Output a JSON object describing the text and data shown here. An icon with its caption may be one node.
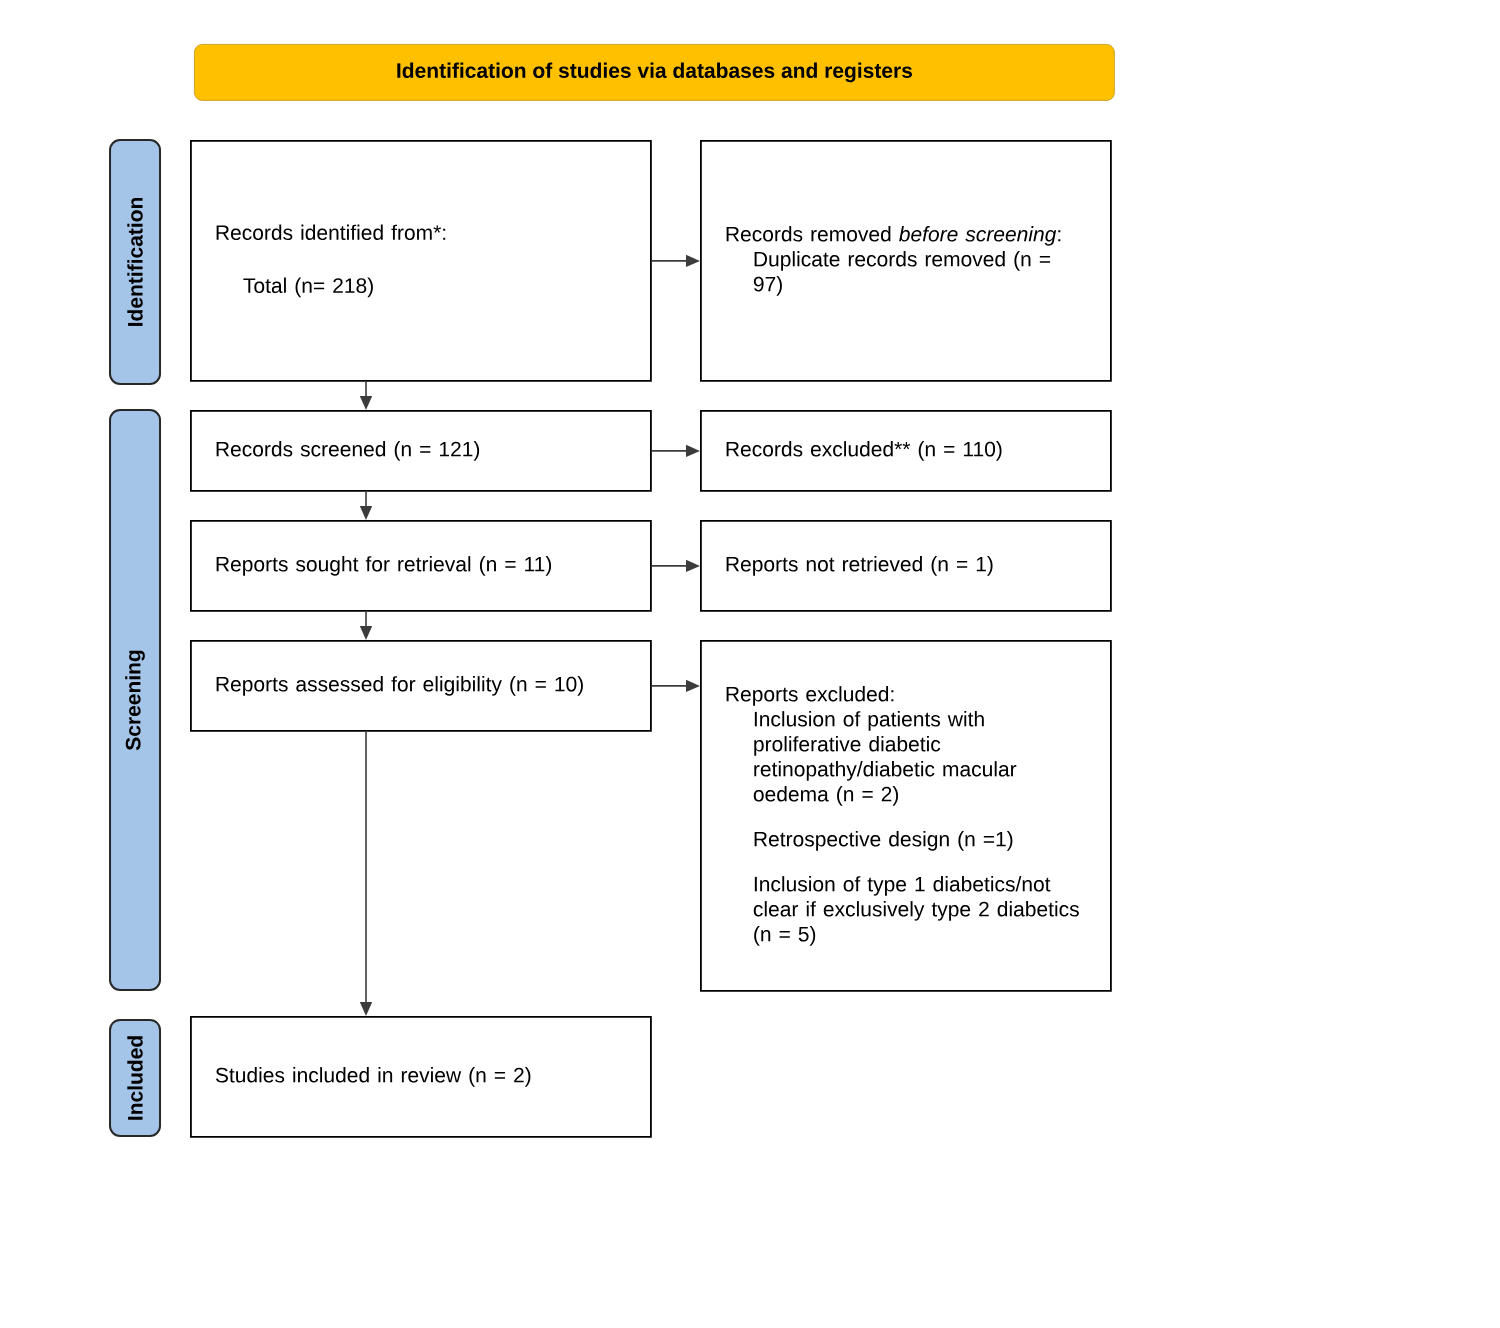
{
  "diagram": {
    "nodes": [
      {
        "text": [
          "Identification of studies via databases and registers"
        ]
      },
      {
        "text": [
          "Identification"
        ]
      },
      {
        "text": [
          "Records identified from*:",
          "Total (n= 218)"
        ]
      },
      {
        "text": [
          "Records removed *before screening*:",
          "Duplicate records removed (n = 97)"
        ]
      },
      {
        "text": [
          "Screening"
        ]
      },
      {
        "text": [
          "Records screened (n = 121)"
        ]
      },
      {
        "text": [
          "Records excluded** (n = 110)"
        ]
      },
      {
        "text": [
          "Reports sought for retrieval (n = 11)"
        ]
      },
      {
        "text": [
          "Reports not retrieved (n = 1)"
        ]
      },
      {
        "text": [
          "Reports assessed for eligibility (n = 10)"
        ]
      },
      {
        "text": [
          "Reports excluded:",
          "Inclusion of patients with proliferative diabetic retinopathy/diabetic macular oedema (n = 2)",
          "Retrospective design (n =1)",
          "Inclusion of type 1 diabetics/not clear if exclusively type 2 diabetics (n = 5)"
        ]
      },
      {
        "text": [
          "Included"
        ]
      },
      {
        "text": [
          "Studies included in review (n = 2)"
        ]
      }
    ],
    "edges": [
      {
        "from": 2,
        "to": 3,
        "arrow": "to"
      },
      {
        "from": 2,
        "to": 5,
        "arrow": "to"
      },
      {
        "from": 5,
        "to": 6,
        "arrow": "to"
      },
      {
        "from": 5,
        "to": 7,
        "arrow": "to"
      },
      {
        "from": 7,
        "to": 8,
        "arrow": "to"
      },
      {
        "from": 7,
        "to": 9,
        "arrow": "to"
      },
      {
        "from": 9,
        "to": 10,
        "arrow": "to"
      },
      {
        "from": 9,
        "to": 12,
        "arrow": "to"
      }
    ]
  }
}
